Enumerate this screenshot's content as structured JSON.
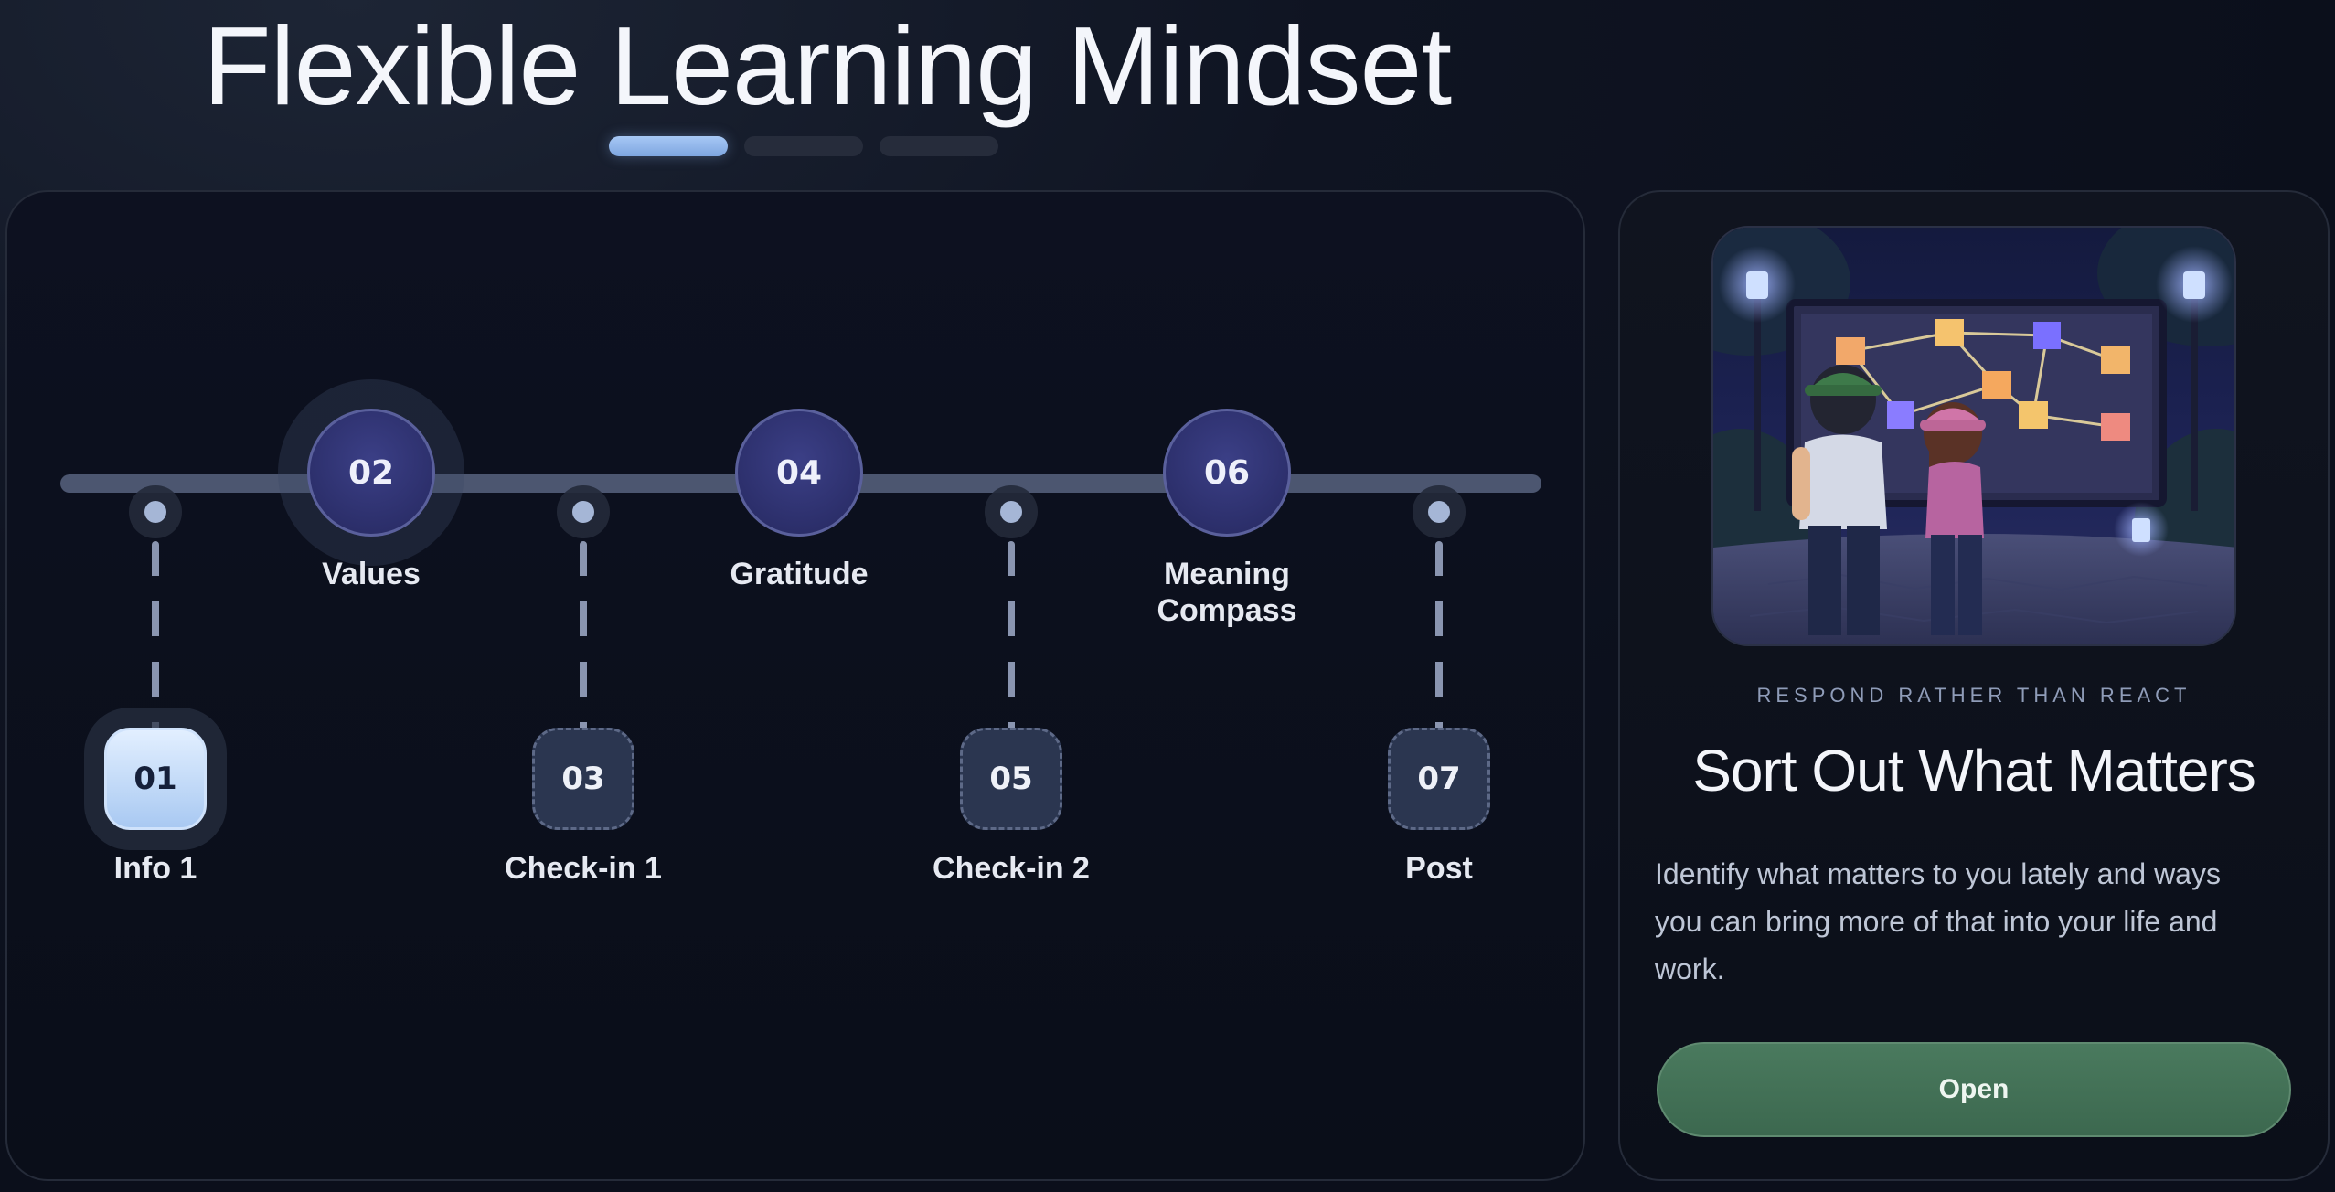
{
  "page_title": "Flexible Learning Mindset",
  "pager": {
    "count": 3,
    "active": 0
  },
  "timeline": {
    "steps": [
      {
        "number": "01",
        "label": "Info 1"
      },
      {
        "number": "02",
        "label": "Values"
      },
      {
        "number": "03",
        "label": "Check-in 1"
      },
      {
        "number": "04",
        "label": "Gratitude"
      },
      {
        "number": "05",
        "label": "Check-in 2"
      },
      {
        "number": "06",
        "label": "Meaning Compass"
      },
      {
        "number": "07",
        "label": "Post"
      }
    ]
  },
  "card": {
    "eyebrow": "RESPOND RATHER THAN REACT",
    "title": "Sort Out What Matters",
    "description": "Identify what matters to you lately and ways you can bring more of that into your life and work.",
    "button_label": "Open",
    "illustration": "two-people-at-glowing-heart-board-illustration"
  },
  "colors": {
    "accent_blue": "#a7c8f5",
    "node_indigo": "#2c2f6b",
    "button_green": "#3f6b53"
  }
}
